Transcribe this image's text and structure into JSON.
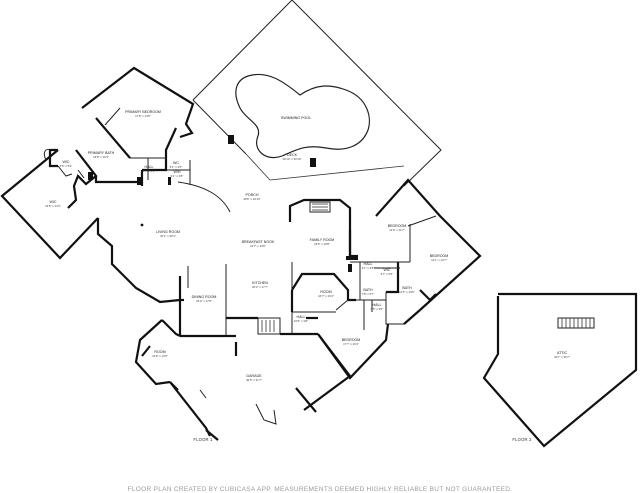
{
  "rooms": [
    {
      "id": "primary-bedroom",
      "name": "PRIMARY BEDROOM",
      "dims": "17'8\" x 14'9\""
    },
    {
      "id": "primary-bath",
      "name": "PRIMARY BATH",
      "dims": "19'8\" x 10'3\""
    },
    {
      "id": "wic",
      "name": "WIC",
      "dims": "13'5\" x 13'4\""
    },
    {
      "id": "wic-small",
      "name": "WIC",
      "dims": "6'5\" x 5'9\""
    },
    {
      "id": "wc",
      "name": "WC",
      "dims": "5'1\" x 3'5\""
    },
    {
      "id": "hall-1",
      "name": "HALL",
      "dims": "5'6\" x 3'1\""
    },
    {
      "id": "wh",
      "name": "W/H",
      "dims": "9'1\" x 3'8\""
    },
    {
      "id": "swimming-pool",
      "name": "SWIMMING POOL",
      "dims": ""
    },
    {
      "id": "deck",
      "name": "DECK",
      "dims": "40'10\" x 30'10\""
    },
    {
      "id": "porch",
      "name": "PORCH",
      "dims": "36'6\" x 16'10\""
    },
    {
      "id": "living-room",
      "name": "LIVING ROOM",
      "dims": "30'1\" x 30'1\""
    },
    {
      "id": "breakfast-nook",
      "name": "BREAKFAST NOOK",
      "dims": "14'7\" x 13'6\""
    },
    {
      "id": "family-room",
      "name": "FAMILY ROOM",
      "dims": "22'5\" x 19'8\""
    },
    {
      "id": "bedroom-1",
      "name": "BEDROOM",
      "dims": "14'6\" x 11'7\""
    },
    {
      "id": "bedroom-2",
      "name": "BEDROOM",
      "dims": "14'1\" x 13'7\""
    },
    {
      "id": "wic-2",
      "name": "WIC",
      "dims": "6'7\" x 5'6\""
    },
    {
      "id": "hall-2",
      "name": "HALL",
      "dims": "4'1\" x 3'8\""
    },
    {
      "id": "bath-1",
      "name": "BATH",
      "dims": "11'5\" x 10'5\""
    },
    {
      "id": "bath-2",
      "name": "BATH",
      "dims": "7'8\" x 5'7\""
    },
    {
      "id": "hall-3",
      "name": "HALL",
      "dims": "6'5\" x 3'5\""
    },
    {
      "id": "kitchen",
      "name": "KITCHEN",
      "dims": "20'4\" x 17'7\""
    },
    {
      "id": "dining-room",
      "name": "DINING ROOM",
      "dims": "16'4\" x 17'8\""
    },
    {
      "id": "room",
      "name": "ROOM",
      "dims": "13'8\" x 13'6\""
    },
    {
      "id": "hall-4",
      "name": "HALL",
      "dims": "10'5\" x 3'8\""
    },
    {
      "id": "bedroom-3",
      "name": "BEDROOM",
      "dims": "17'7\" x 16'4\""
    },
    {
      "id": "room-2",
      "name": "ROOM",
      "dims": "16'7\" x 16'4\""
    },
    {
      "id": "garage",
      "name": "GARAGE",
      "dims": "40'5\" x 31'7\""
    },
    {
      "id": "attic",
      "name": "ATTIC",
      "dims": "34'7\" x 36'7\""
    }
  ],
  "floor_labels": {
    "floor_1": "FLOOR 1",
    "floor_2": "FLOOR 2"
  },
  "credit": "FLOOR PLAN CREATED BY CUBICASA APP. MEASUREMENTS DEEMED HIGHLY RELIABLE BUT NOT GUARANTEED."
}
